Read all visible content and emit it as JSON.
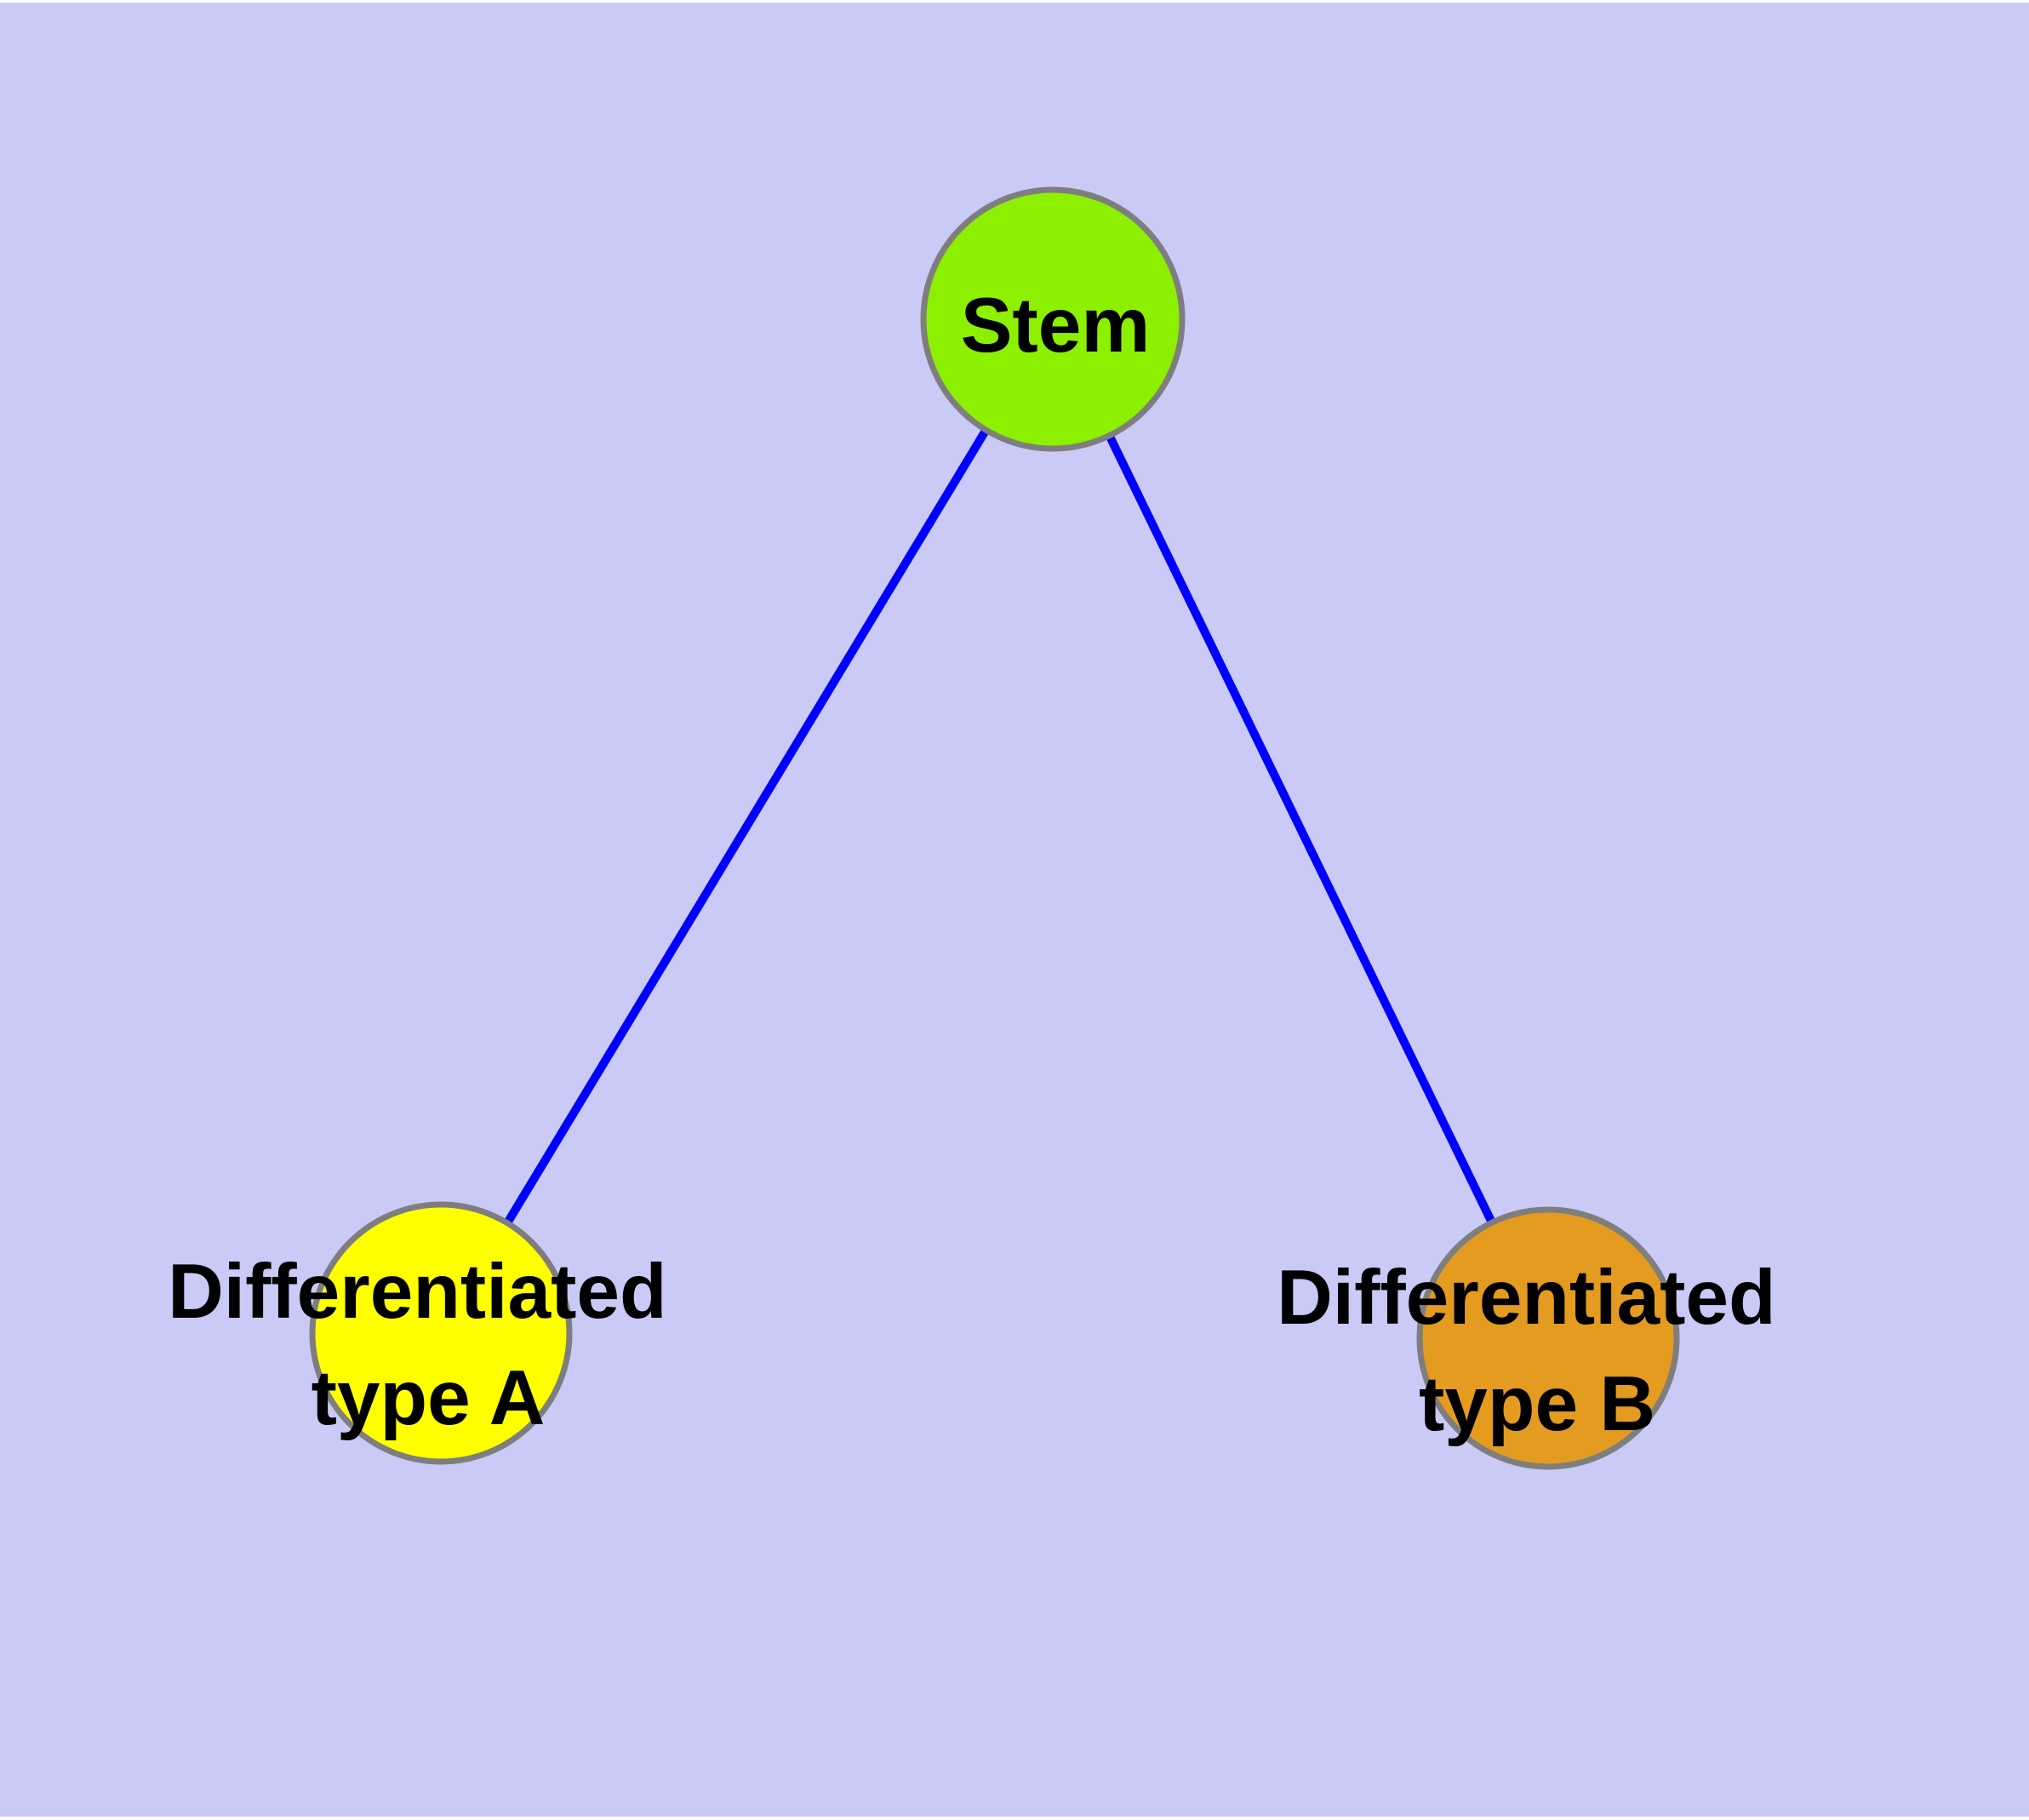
{
  "diagram": {
    "type": "node-link-graph",
    "colors": {
      "page": "#FFFFFF",
      "background": "#CACAF7",
      "edge": "#0000FF",
      "node_border": "#7E7E7E",
      "label_text": "#000000"
    },
    "nodes": [
      {
        "id": "stem",
        "label": "Stem",
        "color": "#8CF000"
      },
      {
        "id": "differentiated-type-a",
        "label": "Differentiated type A",
        "label_lines": [
          "Differentiated",
          "type A"
        ],
        "color": "#FFFF00"
      },
      {
        "id": "differentiated-type-b",
        "label": "Differentiated type B",
        "label_lines": [
          "Differentiated",
          "type B"
        ],
        "color": "#E39B20"
      }
    ],
    "edges": [
      {
        "from": "Stem",
        "to": "Differentiated type A"
      },
      {
        "from": "Stem",
        "to": "Differentiated type B"
      }
    ]
  }
}
